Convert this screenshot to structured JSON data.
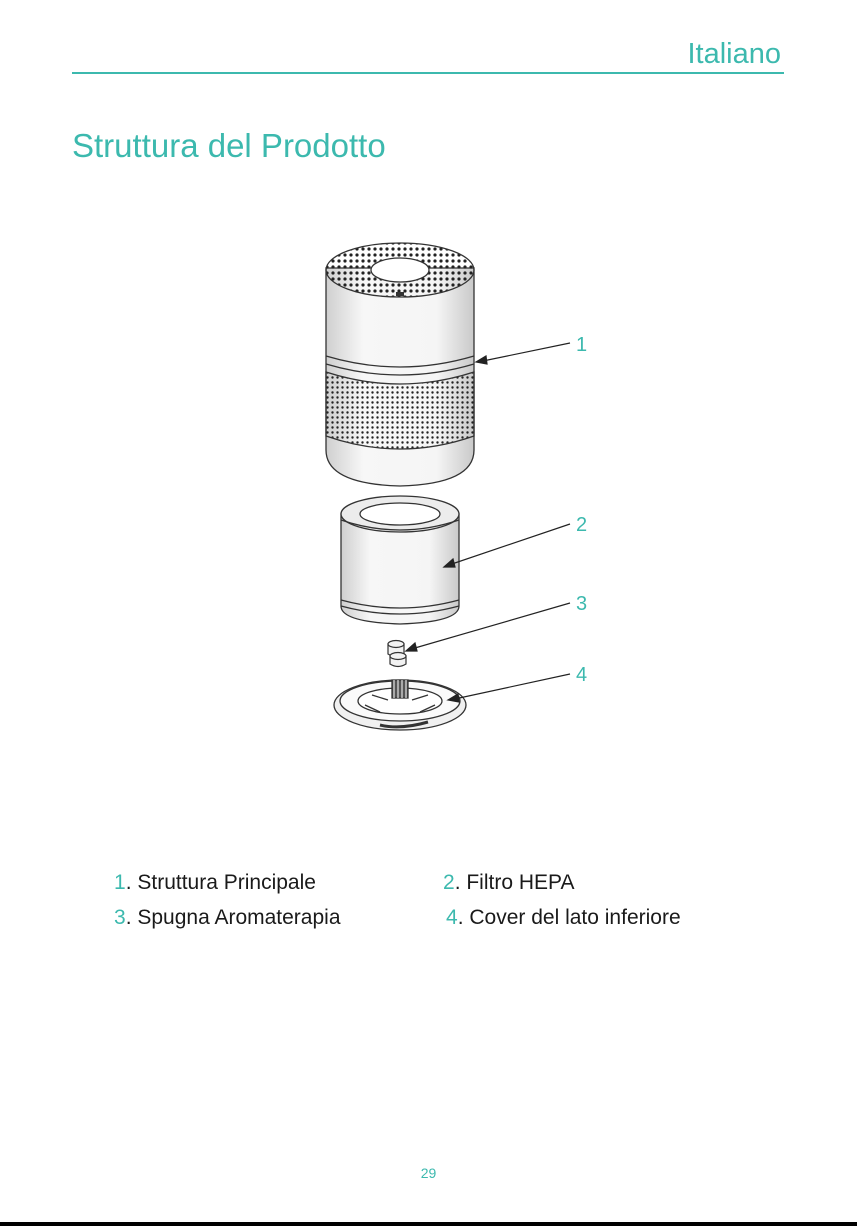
{
  "header": {
    "language": "Italiano"
  },
  "section": {
    "title": "Struttura del Prodotto"
  },
  "callouts": [
    "1",
    "2",
    "3",
    "4"
  ],
  "legend": [
    {
      "num": "1",
      "sep": ". ",
      "label": "Struttura Principale"
    },
    {
      "num": "2",
      "sep": ". ",
      "label": "Filtro HEPA"
    },
    {
      "num": "3",
      "sep": ". ",
      "label": "Spugna Aromaterapia"
    },
    {
      "num": "4",
      "sep": ". ",
      "label": "Cover del lato inferiore"
    }
  ],
  "footer": {
    "page_number": "29"
  },
  "colors": {
    "accent": "#3cb9ae",
    "text": "#1a1a1a"
  }
}
